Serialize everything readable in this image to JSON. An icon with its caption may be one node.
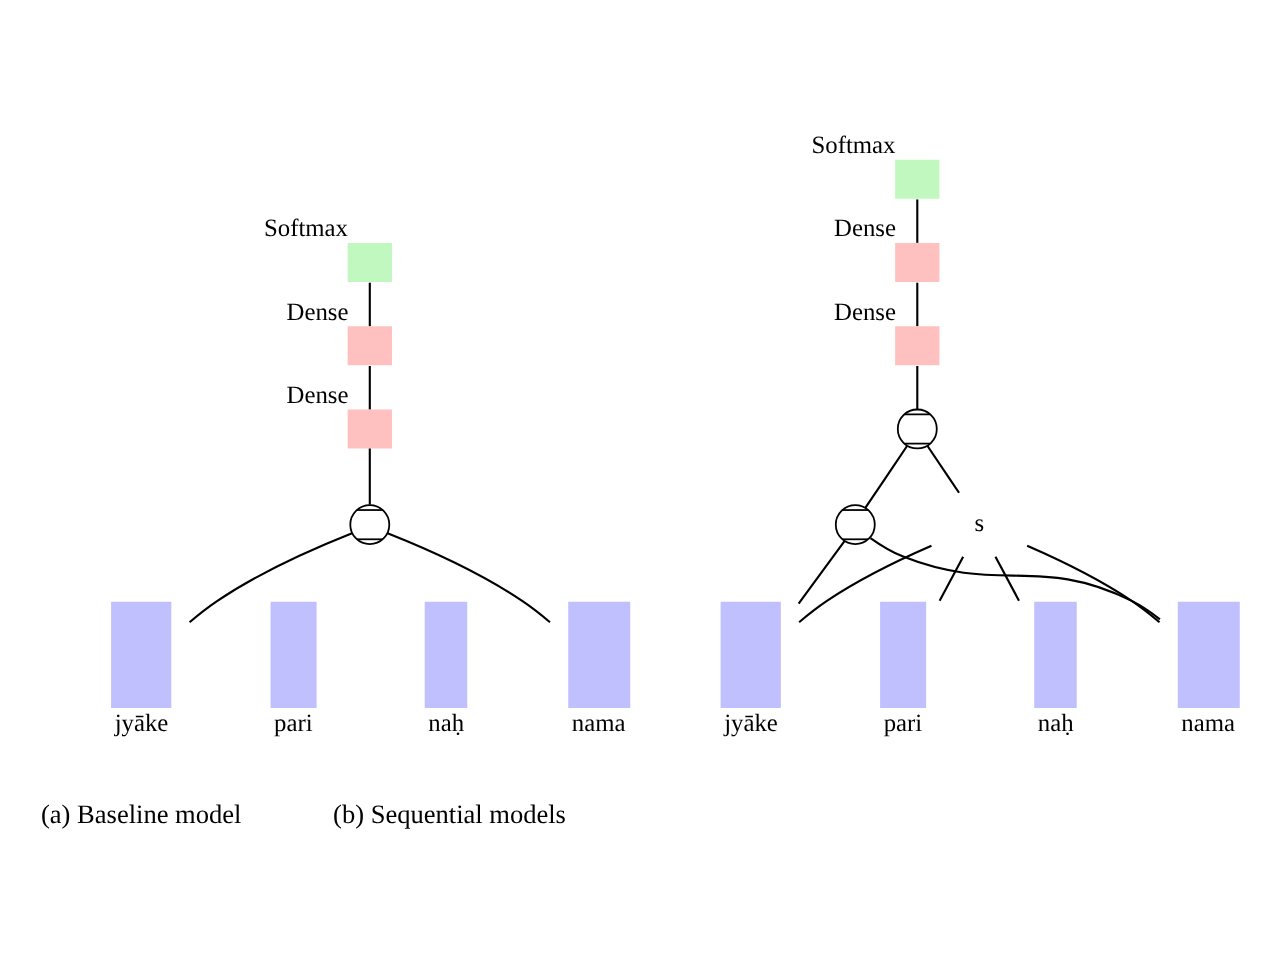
{
  "diagram": {
    "nodes": [
      {
        "text": [],
        "shape": "box",
        "beside": [
          "Softmax"
        ]
      },
      {
        "text": [],
        "shape": "box",
        "beside": [
          "Dense"
        ]
      },
      {
        "text": [],
        "shape": "box",
        "beside": [
          "Dense"
        ]
      },
      {
        "text": [],
        "shape": "circle"
      },
      {
        "text": [],
        "shape": "bar",
        "beside": [
          "jyāke"
        ]
      },
      {
        "text": [],
        "shape": "bar",
        "beside": [
          "pari"
        ]
      },
      {
        "text": [],
        "shape": "bar",
        "beside": [
          "naḥ"
        ]
      },
      {
        "text": [],
        "shape": "bar",
        "beside": [
          "nama"
        ]
      },
      {
        "text": [],
        "shape": "box",
        "beside": [
          "Softmax"
        ]
      },
      {
        "text": [],
        "shape": "box",
        "beside": [
          "Dense"
        ]
      },
      {
        "text": [],
        "shape": "box",
        "beside": [
          "Dense"
        ]
      },
      {
        "text": [],
        "shape": "circle"
      },
      {
        "text": [],
        "shape": "circle"
      },
      {
        "text": [
          "s"
        ]
      },
      {
        "text": [],
        "shape": "bar",
        "beside": [
          "jyāke"
        ]
      },
      {
        "text": [],
        "shape": "bar",
        "beside": [
          "pari"
        ]
      },
      {
        "text": [],
        "shape": "bar",
        "beside": [
          "naḥ"
        ]
      },
      {
        "text": [],
        "shape": "bar",
        "beside": [
          "nama"
        ]
      }
    ],
    "edges": [
      {
        "from": 0,
        "to": 1,
        "arrow": "none"
      },
      {
        "from": 1,
        "to": 2,
        "arrow": "none"
      },
      {
        "from": 2,
        "to": 3,
        "arrow": "none"
      },
      {
        "from": 3,
        "to": 4,
        "arrow": "none"
      },
      {
        "from": 3,
        "to": 7,
        "arrow": "none"
      },
      {
        "from": 8,
        "to": 9,
        "arrow": "none"
      },
      {
        "from": 9,
        "to": 10,
        "arrow": "none"
      },
      {
        "from": 10,
        "to": 11,
        "arrow": "none"
      },
      {
        "from": 11,
        "to": 12,
        "arrow": "none"
      },
      {
        "from": 11,
        "to": 13,
        "arrow": "none"
      },
      {
        "from": 12,
        "to": 14,
        "arrow": "none"
      },
      {
        "from": 12,
        "to": 17,
        "arrow": "none"
      },
      {
        "from": 13,
        "to": 14,
        "arrow": "none"
      },
      {
        "from": 13,
        "to": 15,
        "arrow": "none"
      },
      {
        "from": 13,
        "to": 16,
        "arrow": "none"
      },
      {
        "from": 13,
        "to": 17,
        "arrow": "none"
      }
    ],
    "labels": [
      "(a) Baseline model",
      "(b) Sequential models"
    ]
  }
}
